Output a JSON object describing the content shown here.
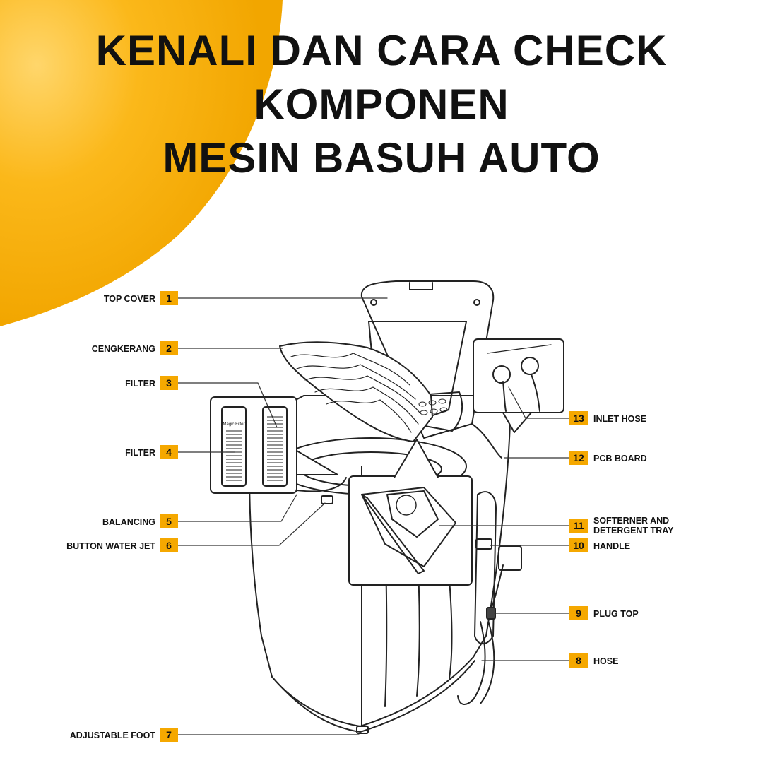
{
  "title": {
    "line1": "KENALI DAN CARA CHECK",
    "line2": "KOMPONEN",
    "line3": "MESIN BASUH AUTO"
  },
  "accent_color": "#F5A800",
  "filter_text": "Magic Filter",
  "callouts": [
    {
      "num": "1",
      "label": "TOP COVER"
    },
    {
      "num": "2",
      "label": "CENGKERANG"
    },
    {
      "num": "3",
      "label": "FILTER"
    },
    {
      "num": "4",
      "label": "FILTER"
    },
    {
      "num": "5",
      "label": "BALANCING"
    },
    {
      "num": "6",
      "label": "BUTTON WATER JET"
    },
    {
      "num": "7",
      "label": "ADJUSTABLE FOOT"
    },
    {
      "num": "8",
      "label": "HOSE"
    },
    {
      "num": "9",
      "label": "PLUG TOP"
    },
    {
      "num": "10",
      "label": "HANDLE"
    },
    {
      "num": "11",
      "label": "SOFTERNER AND",
      "label2": "DETERGENT TRAY"
    },
    {
      "num": "12",
      "label": "PCB BOARD"
    },
    {
      "num": "13",
      "label": "INLET HOSE"
    }
  ]
}
